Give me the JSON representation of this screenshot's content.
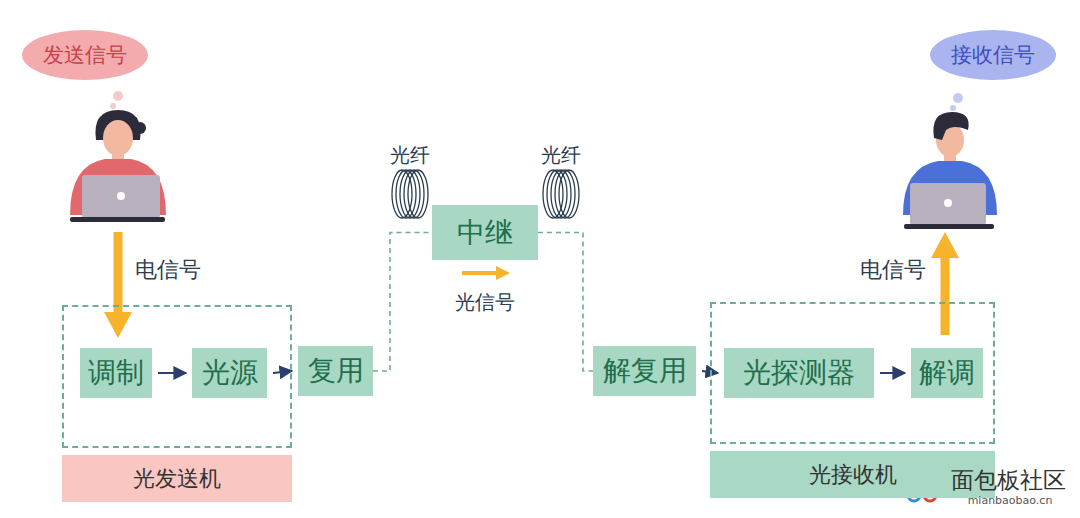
{
  "diagram": {
    "nodes": [
      {
        "text": [
          "发送信号"
        ]
      },
      {
        "text": [
          "光发送机"
        ]
      },
      {
        "text": [
          "调制"
        ],
        "in": 1
      },
      {
        "text": [
          "光源"
        ],
        "in": 1
      },
      {
        "text": [
          "复用"
        ]
      },
      {
        "text": [
          "中继"
        ]
      },
      {
        "text": [
          "解复用"
        ]
      },
      {
        "text": [
          "光接收机"
        ]
      },
      {
        "text": [
          "光探测器"
        ],
        "in": 7
      },
      {
        "text": [
          "解调"
        ],
        "in": 7
      },
      {
        "text": [
          "接收信号"
        ]
      }
    ],
    "edges": [
      {
        "from": 2,
        "to": 3,
        "arrow": "to"
      },
      {
        "from": 3,
        "to": 4,
        "arrow": "to"
      },
      {
        "from": 4,
        "to": 5,
        "arrow": "none"
      },
      {
        "from": 5,
        "to": 6,
        "arrow": "none"
      },
      {
        "from": 6,
        "to": 8,
        "arrow": "to"
      },
      {
        "from": 8,
        "to": 9,
        "arrow": "to"
      }
    ],
    "labels": [
      "电信号",
      "光纤",
      "光纤",
      "光信号",
      "电信号",
      "面包板社区",
      "mianbaobao.cn"
    ]
  }
}
